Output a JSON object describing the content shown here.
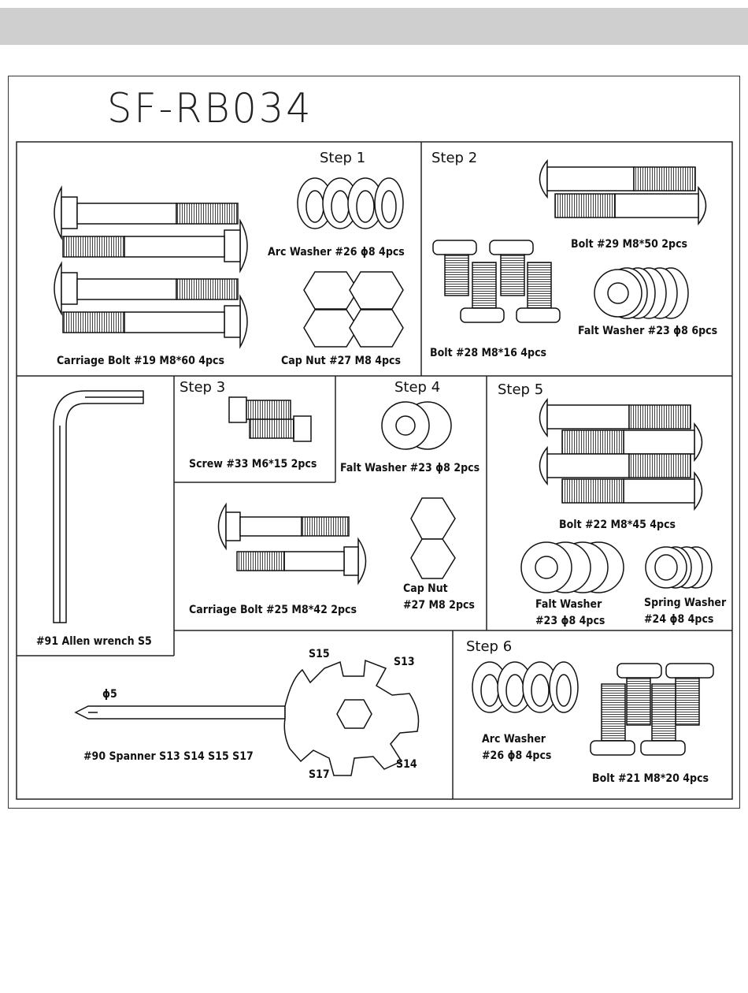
{
  "model": "SF-RB034",
  "steps": {
    "s1": "Step 1",
    "s2": "Step 2",
    "s3": "Step 3",
    "s4": "Step 4",
    "s5": "Step 5",
    "s6": "Step 6"
  },
  "labels": {
    "carriage19": "Carriage Bolt #19 M8*60  4pcs",
    "arc26": "Arc Washer #26 ϕ8 4pcs",
    "capnut27a": "Cap Nut #27 M8 4pcs",
    "bolt29": "Bolt #29 M8*50 2pcs",
    "bolt28": "Bolt #28 M8*16 4pcs",
    "flat23a": "Falt Washer #23 ϕ8 6pcs",
    "allen": "#91 Allen wrench  S5",
    "screw33": "Screw #33 M6*15 2pcs",
    "flat23b": "Falt Washer #23 ϕ8 2pcs",
    "carriage25": "Carriage Bolt #25 M8*42 2pcs",
    "capnut27b_1": "Cap Nut",
    "capnut27b_2": "#27 M8 2pcs",
    "bolt22": "Bolt #22 M8*45 4pcs",
    "flat23c_1": "Falt Washer",
    "flat23c_2": "#23 ϕ8 4pcs",
    "spring24_1": "Spring Washer",
    "spring24_2": "#24 ϕ8 4pcs",
    "phi5": "ϕ5",
    "spanner": "#90 Spanner S13  S14  S15  S17",
    "s15": "S15",
    "s13": "S13",
    "s14": "S14",
    "s17": "S17",
    "arc26b_1": "Arc Washer",
    "arc26b_2": "#26 ϕ8 4pcs",
    "bolt21": "Bolt #21 M8*20 4pcs"
  }
}
